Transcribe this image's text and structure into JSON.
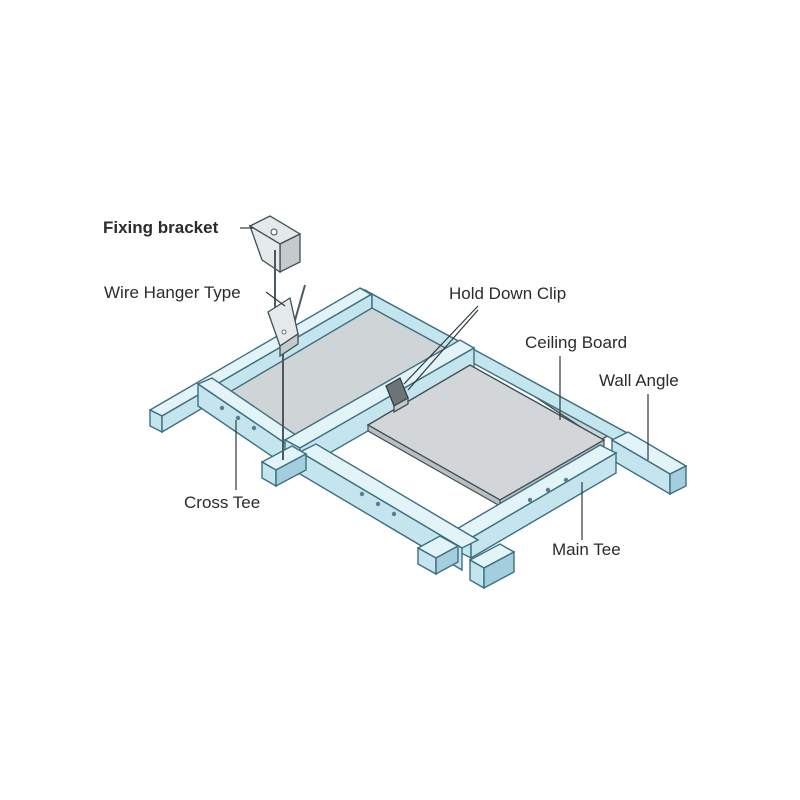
{
  "labels": {
    "fixing_bracket": "Fixing bracket",
    "wire_hanger_type": "Wire Hanger Type",
    "hold_down_clip": "Hold Down Clip",
    "ceiling_board": "Ceiling Board",
    "wall_angle": "Wall Angle",
    "cross_tee": "Cross Tee",
    "main_tee": "Main Tee"
  },
  "colors": {
    "profile_face": "#c4e4ee",
    "profile_edge": "#3d6f80",
    "ceiling_panel": "#cfd4d6",
    "text": "#2b2b2b"
  }
}
